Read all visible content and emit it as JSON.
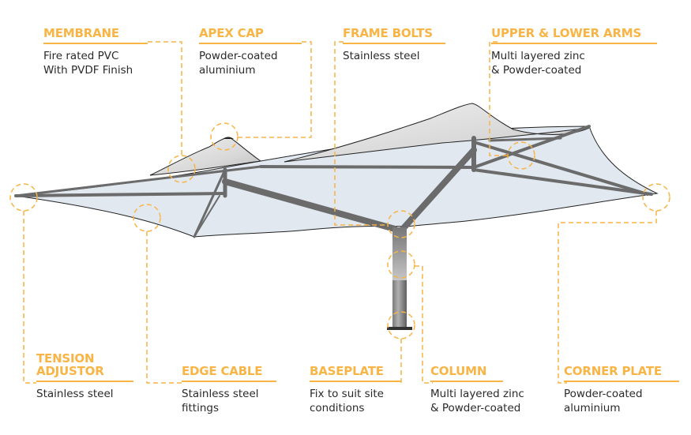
{
  "accent_color": "#f8b445",
  "text_color": "#2a2a2a",
  "components_top": [
    {
      "id": "membrane",
      "title": "MEMBRANE",
      "desc_lines": [
        "Fire rated PVC",
        "With PVDF Finish"
      ]
    },
    {
      "id": "apex-cap",
      "title": "APEX CAP",
      "desc_lines": [
        "Powder-coated",
        "aluminium"
      ]
    },
    {
      "id": "frame-bolts",
      "title": "FRAME BOLTS",
      "desc_lines": [
        "Stainless steel"
      ]
    },
    {
      "id": "upper-lower-arms",
      "title": "UPPER & LOWER ARMS",
      "desc_lines": [
        "Multi layered zinc",
        "& Powder-coated"
      ]
    }
  ],
  "components_bottom": [
    {
      "id": "tension-adjustor",
      "title_lines": [
        "TENSION",
        "ADJUSTOR"
      ],
      "desc_lines": [
        "Stainless steel"
      ]
    },
    {
      "id": "edge-cable",
      "title_lines": [
        "EDGE CABLE"
      ],
      "desc_lines": [
        "Stainless steel",
        "fittings"
      ]
    },
    {
      "id": "baseplate",
      "title_lines": [
        "BASEPLATE"
      ],
      "desc_lines": [
        "Fix to suit site",
        "conditions"
      ]
    },
    {
      "id": "column",
      "title_lines": [
        "COLUMN"
      ],
      "desc_lines": [
        "Multi layered zinc",
        "& Powder-coated"
      ]
    },
    {
      "id": "corner-plate",
      "title_lines": [
        "CORNER PLATE"
      ],
      "desc_lines": [
        "Powder-coated",
        "aluminium"
      ]
    }
  ]
}
